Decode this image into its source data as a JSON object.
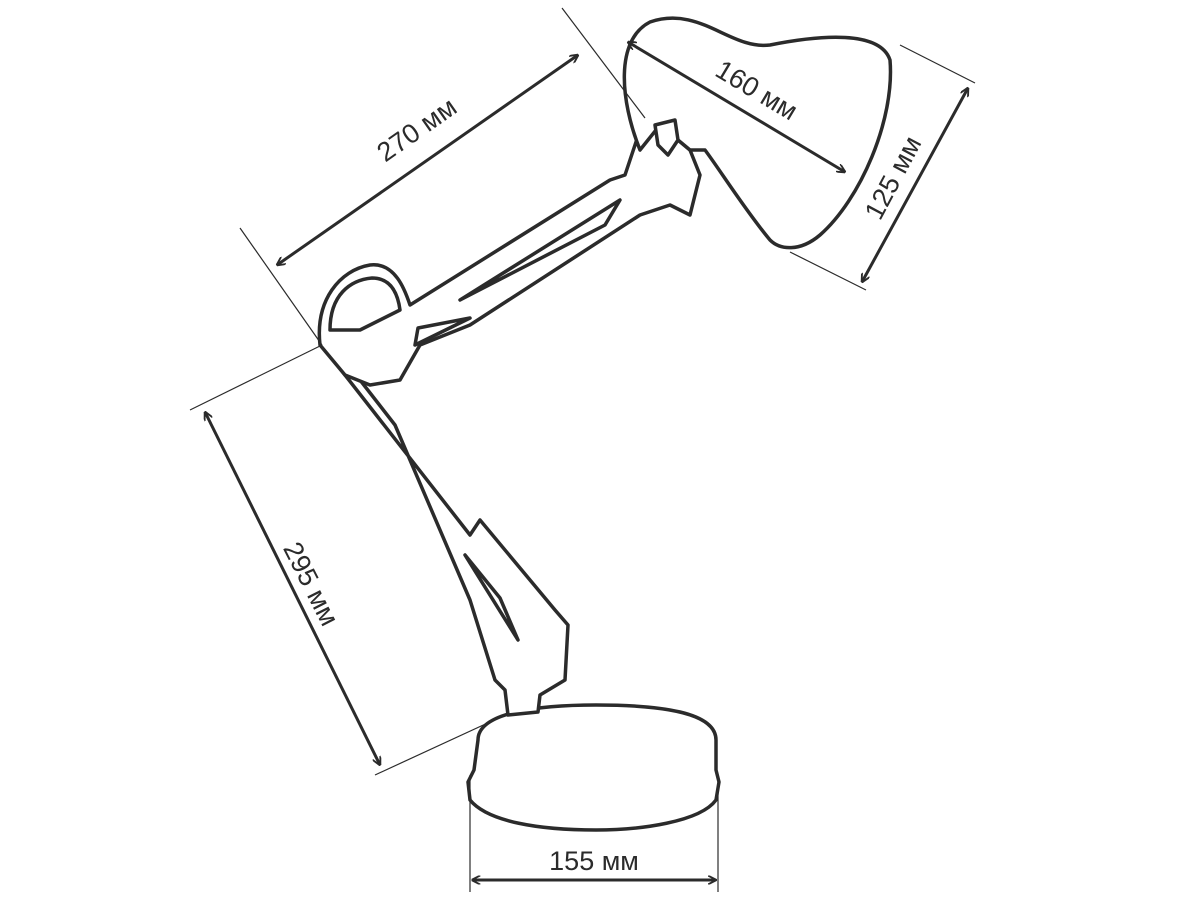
{
  "dimensions": {
    "arm_length": "270 мм",
    "shade_length": "160 мм",
    "shade_height": "125 мм",
    "stand_height": "295 мм",
    "base_diameter": "155 мм"
  }
}
